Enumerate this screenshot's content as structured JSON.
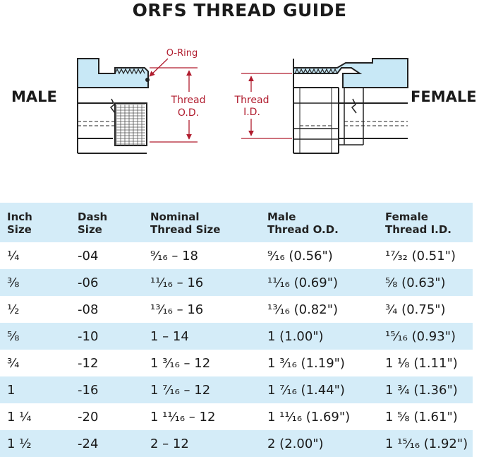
{
  "title": "ORFS THREAD GUIDE",
  "labels": {
    "male": "MALE",
    "female": "FEMALE",
    "oring": "O-Ring",
    "thread_od_1": "Thread",
    "thread_od_2": "O.D.",
    "thread_id_1": "Thread",
    "thread_id_2": "I.D."
  },
  "colors": {
    "fitting_fill": "#c8e8f6",
    "dimension": "#b01c2e",
    "band": "#d4ecf8"
  },
  "table": {
    "headers": [
      [
        "Inch",
        "Size"
      ],
      [
        "Dash",
        "Size"
      ],
      [
        "Nominal",
        "Thread Size"
      ],
      [
        "Male",
        "Thread O.D."
      ],
      [
        "Female",
        "Thread I.D."
      ]
    ],
    "rows": [
      [
        "¼",
        "-04",
        "⁹⁄₁₆ – 18",
        "⁹⁄₁₆ (0.56\")",
        "¹⁷⁄₃₂ (0.51\")"
      ],
      [
        "⅜",
        "-06",
        "¹¹⁄₁₆ – 16",
        "¹¹⁄₁₆ (0.69\")",
        "⅝ (0.63\")"
      ],
      [
        "½",
        "-08",
        "¹³⁄₁₆ – 16",
        "¹³⁄₁₆ (0.82\")",
        "¾ (0.75\")"
      ],
      [
        "⅝",
        "-10",
        "1 – 14",
        "1 (1.00\")",
        "¹⁵⁄₁₆ (0.93\")"
      ],
      [
        "¾",
        "-12",
        "1 ³⁄₁₆ – 12",
        "1 ³⁄₁₆ (1.19\")",
        "1 ⅛ (1.11\")"
      ],
      [
        "1",
        "-16",
        "1 ⁷⁄₁₆ – 12",
        "1 ⁷⁄₁₆ (1.44\")",
        "1 ¾ (1.36\")"
      ],
      [
        "1 ¼",
        "-20",
        "1 ¹¹⁄₁₆ – 12",
        "1 ¹¹⁄₁₆ (1.69\")",
        "1 ⅝ (1.61\")"
      ],
      [
        "1 ½",
        "-24",
        "2 – 12",
        "2 (2.00\")",
        "1 ¹⁵⁄₁₆ (1.92\")"
      ]
    ]
  }
}
